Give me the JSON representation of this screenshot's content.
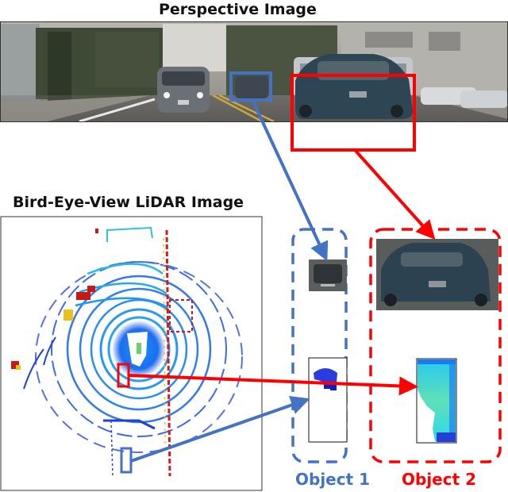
{
  "titles": {
    "perspective": "Perspective Image",
    "bev": "Bird-Eye-View LiDAR Image"
  },
  "objects": [
    {
      "label": "Object 1",
      "color": "#4472c4"
    },
    {
      "label": "Object 2",
      "color": "#ff0000"
    }
  ],
  "colors": {
    "blue": "#4472c4",
    "red": "#ff0000"
  }
}
